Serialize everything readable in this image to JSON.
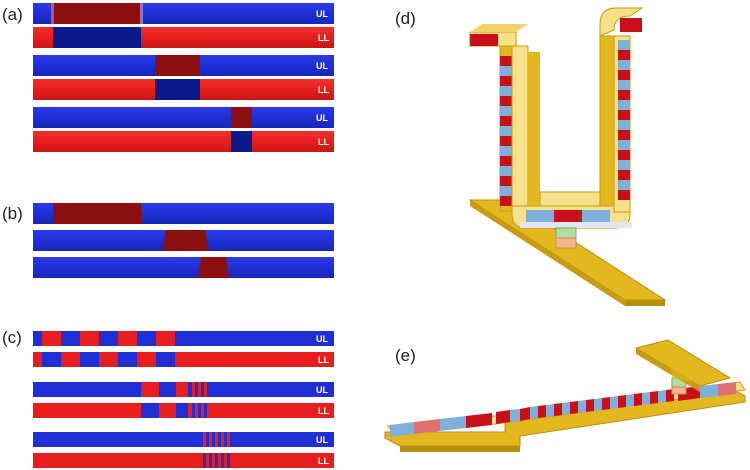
{
  "labels": {
    "a": "(a)",
    "b": "(b)",
    "c": "(c)",
    "d": "(d)",
    "e": "(e)"
  },
  "strip_tags": {
    "upper": "UL",
    "lower": "LL"
  },
  "colors": {
    "blue": "#1f2fd6",
    "red": "#e81e1e",
    "dark_red": "#8c0f0f",
    "dark_blue": "#0a1a8c",
    "light_blue": "#7fb0dc",
    "gold": "#e3b81f",
    "gold_dark": "#b88e10",
    "cream": "#f7e08a",
    "green": "#b5dca0",
    "orange": "#f2b58c"
  }
}
